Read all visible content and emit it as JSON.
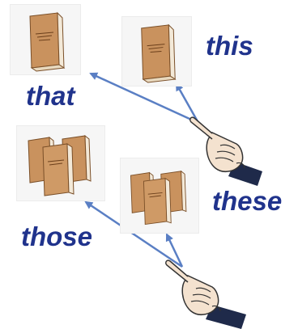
{
  "words": {
    "that": "that",
    "this": "this",
    "these": "these",
    "those": "those"
  },
  "book_cover_text": "",
  "colors": {
    "word": "#20338c",
    "arrow": "#5a7fc4",
    "book_cover": "#c9925e",
    "book_spine": "#a8723f",
    "pages": "#f3e9d8",
    "tile_background": "#f6f6f6"
  },
  "icons": {
    "single_book": "single-book-icon",
    "book_stack": "book-stack-icon",
    "pointing_hand": "pointing-hand-icon"
  },
  "meaning": {
    "this": {
      "number": "singular",
      "distance": "near"
    },
    "that": {
      "number": "singular",
      "distance": "far"
    },
    "these": {
      "number": "plural",
      "distance": "near"
    },
    "those": {
      "number": "plural",
      "distance": "far"
    }
  }
}
